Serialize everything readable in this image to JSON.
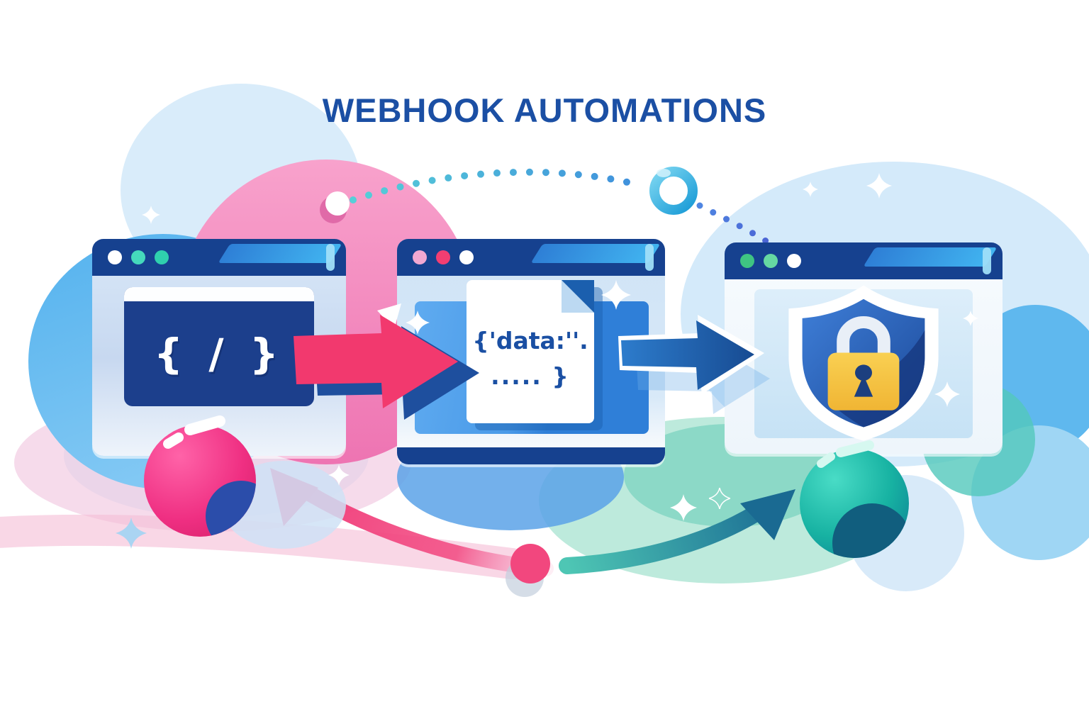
{
  "title": "WEBHOOK AUTOMATIONS",
  "colors": {
    "title_blue": "#1b4fa4",
    "navy": "#16418f",
    "pink": "#f2396e",
    "blue_arrow": "#1b5fae",
    "teal": "#17a394",
    "gold": "#f6c73d"
  },
  "windows": {
    "source": {
      "label": "code source window",
      "traffic_lights": [
        "#ffffff",
        "#45d9bc",
        "#2fd0ae"
      ],
      "code_symbol": "{ / }"
    },
    "payload": {
      "label": "webhook payload window",
      "traffic_lights": [
        "#f2a8d2",
        "#f23e72",
        "#ffffff"
      ],
      "document_line1": "{'data:''.",
      "document_line2": "..... }"
    },
    "security": {
      "label": "secure endpoint window",
      "traffic_lights": [
        "#3fc482",
        "#66d9a2",
        "#ffffff"
      ]
    }
  },
  "icons": {
    "code_braces": "curly braces with slash",
    "payload_document": "json document with folded corner",
    "shield_lock": "blue shield with gold padlock",
    "flow_arrow_pink": "pink arrow left-to-middle",
    "flow_arrow_blue": "blue arrow middle-to-right",
    "return_arrow_pink": "pink curved arrow pointing up-left",
    "flow_arrow_teal": "teal curved arrow pointing up-right",
    "connector_ring": "blue ring node on dotted arc",
    "spheres": "pink and teal glossy spheres",
    "sparkles": "four-point sparkle stars"
  }
}
